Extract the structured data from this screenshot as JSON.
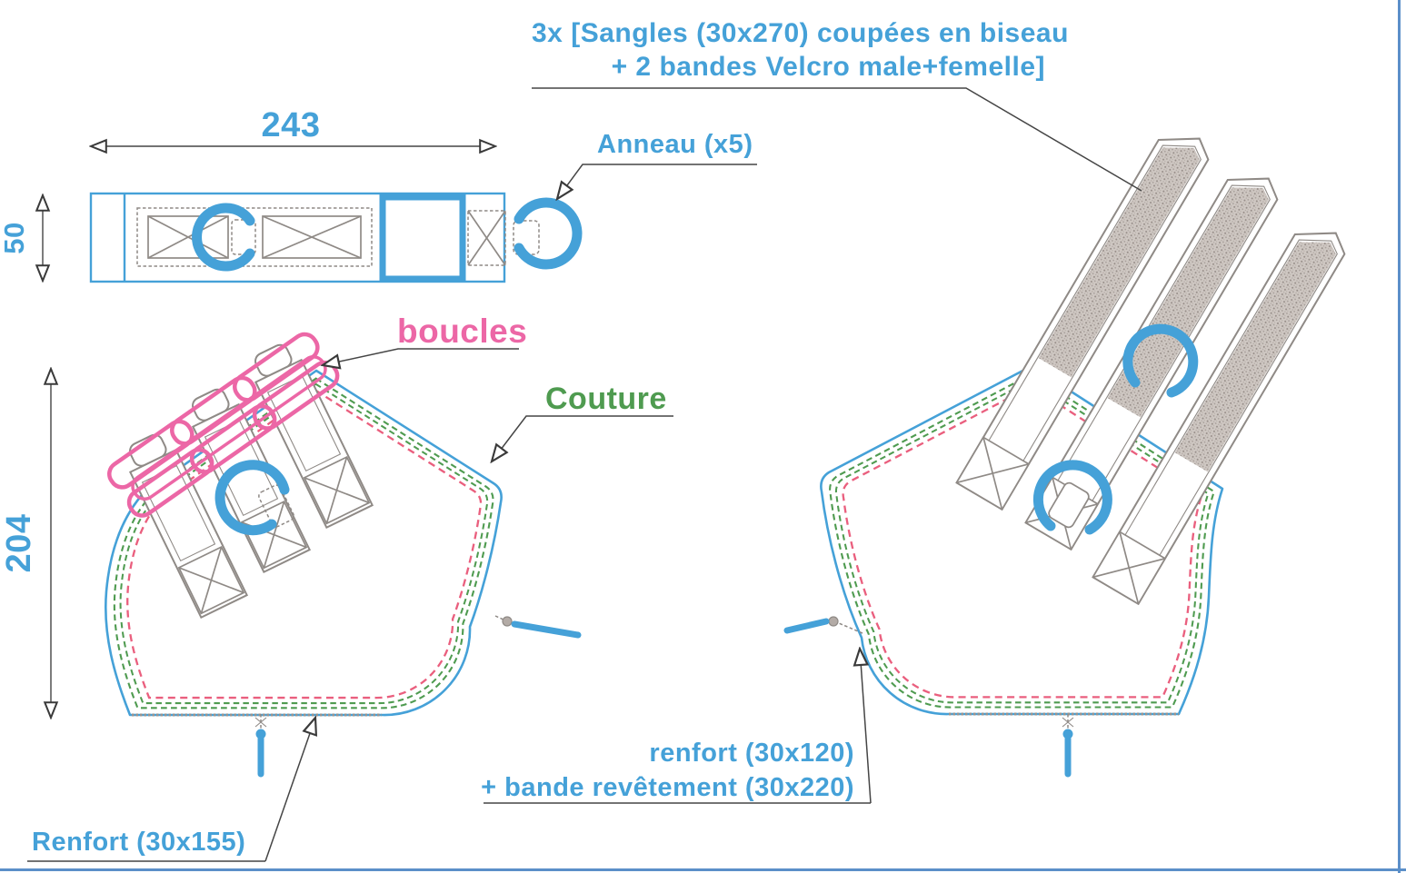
{
  "colors": {
    "blue": "#45a1d8",
    "pink": "#ec67a6",
    "green": "#4f9b50",
    "red": "#ea5f7e",
    "gray": "#8f8a86",
    "line": "#454545"
  },
  "dimensions": {
    "strap_length": "243",
    "strap_width": "50",
    "piece_height": "204"
  },
  "labels": {
    "sangles_line1": "3x [Sangles (30x270) coupées en biseau",
    "sangles_line2": "+ 2 bandes Velcro male+femelle]",
    "anneau": "Anneau (x5)",
    "boucles": "boucles",
    "couture": "Couture",
    "renfort_right_line1": "renfort (30x120)",
    "renfort_right_line2": "+ bande revêtement (30x220)",
    "renfort_left": "Renfort (30x155)"
  }
}
